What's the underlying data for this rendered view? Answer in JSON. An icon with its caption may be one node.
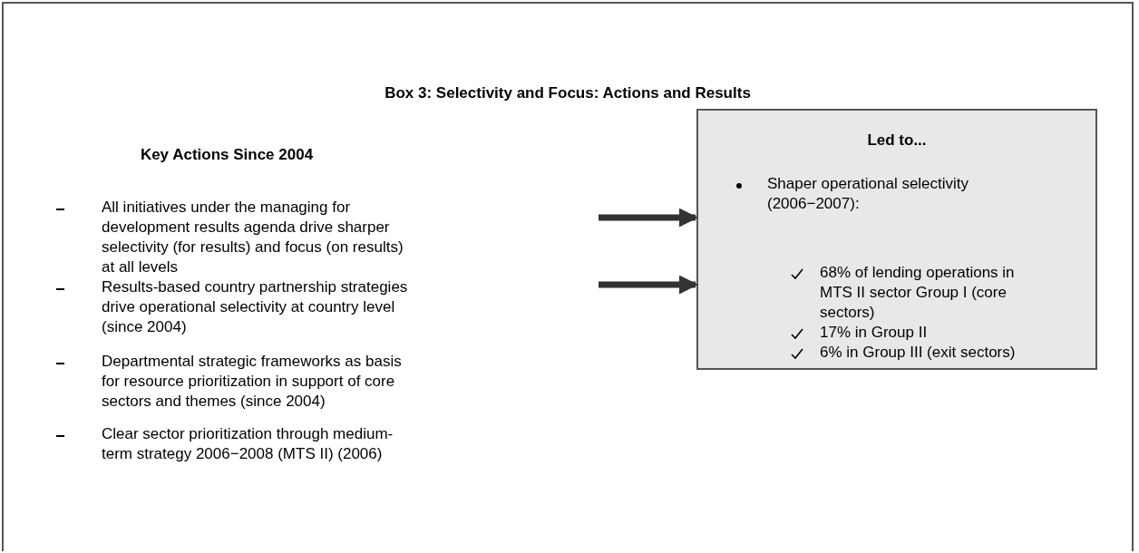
{
  "diagram": {
    "nodes": [
      {
        "text": [
          "Box 3: Selectivity and Focus: Actions and Results"
        ]
      },
      {
        "text": [
          "Led to...",
          "Shaper operational selectivity (2006−2007):",
          "68% of lending operations in MTS II sector Group I (core sectors)",
          "17% in Group II",
          "6% in Group III (exit sectors)"
        ],
        "in": 0
      }
    ],
    "edges": [
      {
        "from": null,
        "to": 1,
        "arrow": "to"
      },
      {
        "from": null,
        "to": 1,
        "arrow": "to"
      }
    ],
    "labels": [
      "Key Actions Since 2004",
      "All initiatives under the managing for development results agenda drive sharper selectivity (for results) and focus (on results) at all levels",
      "Results-based country partnership strategies drive operational selectivity at country level (since 2004)",
      "Departmental strategic frameworks as basis for resource prioritization in support of core sectors and themes (since 2004)",
      "Clear sector prioritization through medium-term strategy 2006−2008 (MTS II) (2006)"
    ]
  }
}
